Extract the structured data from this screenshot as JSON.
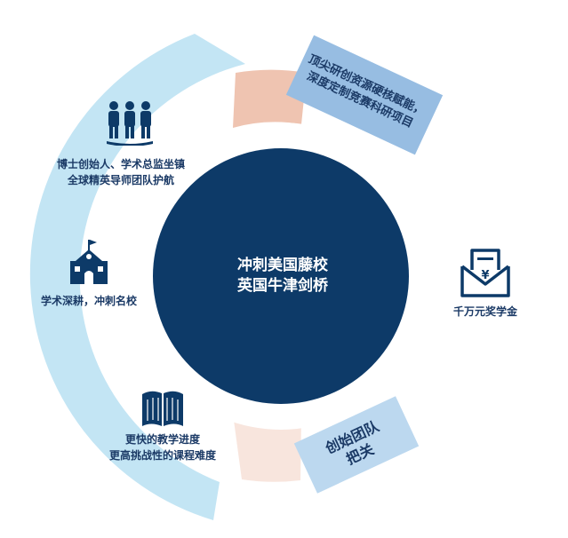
{
  "center": {
    "line1": "冲刺美国藤校",
    "line2": "英国牛津剑桥"
  },
  "segments": {
    "mentor": {
      "line1": "博士创始人、学术总监坐镇",
      "line2": "全球精英导师团队护航",
      "icon": "people-icon"
    },
    "school": {
      "line1": "学术深耕，冲刺名校",
      "icon": "school-icon"
    },
    "course": {
      "line1": "更快的教学进度",
      "line2": "更高挑战性的课程难度",
      "icon": "book-icon"
    },
    "research": {
      "line1": "顶尖研创资源硬核赋能，",
      "line2": "深度定制竞赛科研项目"
    },
    "team": {
      "line1": "创始团队",
      "line2": "把关"
    },
    "scholarship": {
      "label": "千万元奖学金",
      "icon": "yen-envelope-icon"
    }
  },
  "colors": {
    "navy": "#0d3a68",
    "light_blue": "#c3e5f4",
    "salmon": "#efc4b1",
    "pale_peach": "#f8e5dd",
    "mid_blue": "#97bde2",
    "tab_blue": "#bcd8ef",
    "text": "#1b3a66"
  }
}
